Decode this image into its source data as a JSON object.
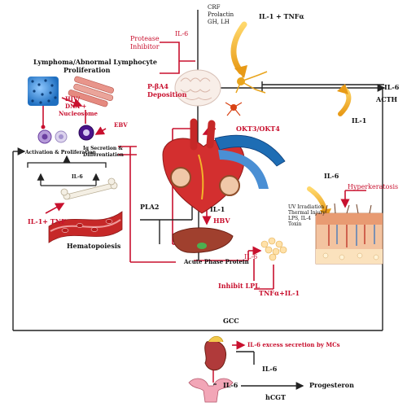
{
  "labels": {
    "crf": "CRF",
    "prolactin": "Prolactin",
    "gh_lh": "GH, LH",
    "il1_tnfa": "IL-1 + TNFα",
    "il6_top": "IL-6",
    "protease1": "Protease",
    "protease2": "Inhibitor",
    "pba4_1": "P-βA4",
    "pba4_2": "Deposition",
    "il6_right": "IL-6",
    "acth": "ACTH",
    "il1_right": "IL-1",
    "lymph_title1": "Lymphoma/Abnormal Lymphocyte",
    "lymph_title2": "Proliferation",
    "hiv1": "HIV/",
    "hiv2": "DNA +",
    "hiv3": "Nucleosome",
    "ebv": "EBV",
    "activation": "Activation  &  Proliferation",
    "ig1": "Ig Secretion &",
    "ig2": "Differentiation",
    "il6_bone": "IL-6",
    "il1_tnf": "IL-1+ TNF",
    "hematopoiesis": "Hematopoiesis",
    "okt": "OKT3/OKT4",
    "pla2": "PLA2",
    "hbv": "HBV",
    "il1_heart": "IL-1",
    "acute_phase": "Acute Phase Protein",
    "il6_liver": "IL-6",
    "inhibit_lpl": "Inhibit LPL",
    "tnfa_il1": "TNFα+IL-1",
    "hyperkeratosis": "Hyperkeratosis",
    "il6_skin": "IL-6",
    "uv1": "UV Irradiation",
    "uv2": "Thermal Injury",
    "uv3": "LPS, IL-4",
    "uv4": "Toxin",
    "gcc": "GCC",
    "il6_mc": "IL-6 excess secretion by MCs",
    "il6_kidney": "IL-6",
    "il6_bottom": "IL-6",
    "progesteron": "Progesteron",
    "hcgt": "hCGT"
  },
  "colors": {
    "red": "#c8102e",
    "black": "#222222",
    "orange_arrow": "#f0b429"
  },
  "icons": {
    "brain": "brain-icon",
    "neuron": "neuron-icon",
    "cells": "lymphocyte-cluster-icon",
    "muscle": "muscle-fiber-icon",
    "heart": "heart-icon",
    "liver": "liver-icon",
    "skin": "skin-section-icon",
    "kidney": "kidney-adrenal-icon",
    "uterus": "uterus-icon",
    "bone": "bone-icon",
    "vessel": "blood-vessel-icon",
    "fat": "fat-cells-icon"
  }
}
